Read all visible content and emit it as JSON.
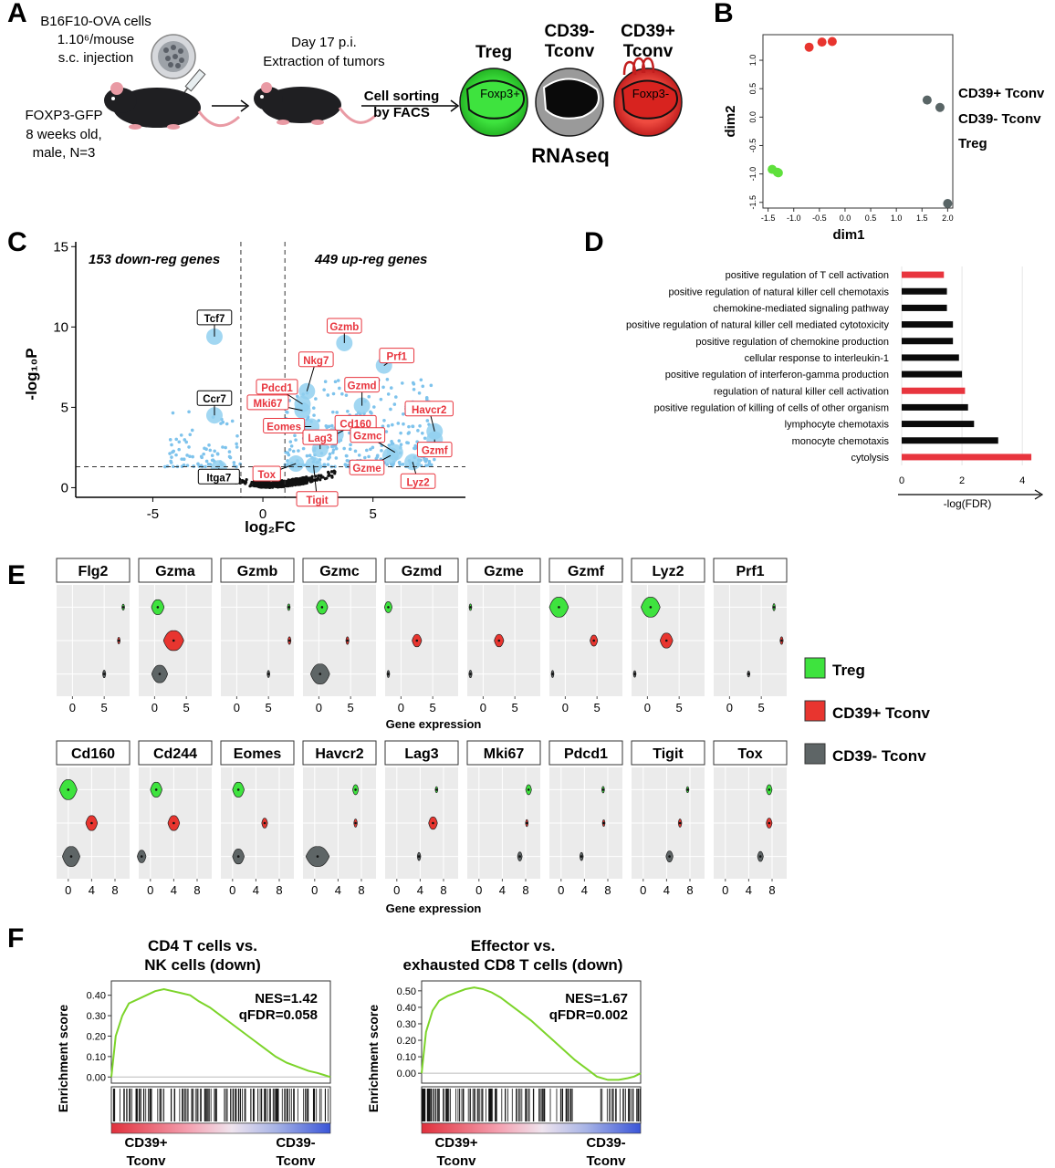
{
  "panel_letters": [
    "A",
    "B",
    "C",
    "D",
    "E",
    "F"
  ],
  "panel_a": {
    "cells_line1": "B16F10-OVA cells",
    "cells_line2": "1.10⁶/mouse",
    "cells_line3": "s.c. injection",
    "mouse_line1": "FOXP3-GFP",
    "mouse_line2": "8 weeks old,",
    "mouse_line3": "male, N=3",
    "day_line1": "Day 17 p.i.",
    "day_line2": "Extraction of tumors",
    "sort_line1": "Cell sorting",
    "sort_line2": "by FACS",
    "cell_treg_title": "Treg",
    "cell_treg_inner": "Foxp3+",
    "cell_cd39n_title1": "CD39-",
    "cell_cd39n_title2": "Tconv",
    "cell_cd39p_title1": "CD39+",
    "cell_cd39p_title2": "Tconv",
    "cell_cd39p_inner": "Foxp3-",
    "rnaseq": "RNAseq",
    "colors": {
      "treg": "#3ee33e",
      "cd39n": "#9a9a9a",
      "cd39p": "#e8352f",
      "mouse": "#1f1f22"
    }
  },
  "chart_data": [
    {
      "panel": "B",
      "type": "scatter",
      "xlabel": "dim1",
      "ylabel": "dim2",
      "xlim": [
        -1.6,
        2.1
      ],
      "ylim": [
        -1.6,
        1.45
      ],
      "xticks": [
        "-1.5",
        "-1.0",
        "-0.5",
        "0.0",
        "0.5",
        "1.0",
        "1.5",
        "2.0"
      ],
      "yticks": [
        "1.0",
        "0.5",
        "0.0",
        "-0.5",
        "-1.0",
        "-1.5"
      ],
      "series": [
        {
          "name": "CD39+ Tconv",
          "color": "#e8352f",
          "points": [
            [
              -0.7,
              1.23
            ],
            [
              -0.45,
              1.32
            ],
            [
              -0.25,
              1.33
            ]
          ]
        },
        {
          "name": "CD39- Tconv",
          "color": "#596566",
          "points": [
            [
              1.6,
              0.3
            ],
            [
              1.85,
              0.17
            ],
            [
              2.0,
              -1.52
            ]
          ]
        },
        {
          "name": "Treg",
          "color": "#5fe03c",
          "points": [
            [
              -1.42,
              -0.92
            ],
            [
              -1.32,
              -0.97
            ],
            [
              -1.3,
              -0.98
            ]
          ]
        }
      ]
    },
    {
      "panel": "C",
      "type": "scatter",
      "xlabel": "log₂FC",
      "ylabel": "-log₁₀P",
      "xlim": [
        -8.5,
        9.2
      ],
      "ylim": [
        -0.6,
        15.3
      ],
      "xticks": [
        -5,
        0,
        5
      ],
      "yticks": [
        0,
        5,
        10,
        15
      ],
      "fc_threshold": [
        -1,
        1
      ],
      "p_threshold": 1.3,
      "down_label": "153 down-reg genes",
      "up_label": "449 up-reg genes",
      "highlighted": [
        {
          "gene": "Tcf7",
          "x": -2.2,
          "y": 9.4,
          "dir": "down"
        },
        {
          "gene": "Ccr7",
          "x": -2.2,
          "y": 4.5,
          "dir": "down"
        },
        {
          "gene": "Itga7",
          "x": -2.0,
          "y": 1.2,
          "dir": "down"
        },
        {
          "gene": "Gzmb",
          "x": 3.7,
          "y": 9.0,
          "dir": "up"
        },
        {
          "gene": "Prf1",
          "x": 5.5,
          "y": 7.6,
          "dir": "up"
        },
        {
          "gene": "Nkg7",
          "x": 2.0,
          "y": 6.0,
          "dir": "up"
        },
        {
          "gene": "Pdcd1",
          "x": 1.8,
          "y": 5.2,
          "dir": "up"
        },
        {
          "gene": "Mki67",
          "x": 1.8,
          "y": 4.8,
          "dir": "up"
        },
        {
          "gene": "Gzmd",
          "x": 4.5,
          "y": 5.1,
          "dir": "up"
        },
        {
          "gene": "Havcr2",
          "x": 7.8,
          "y": 3.5,
          "dir": "up"
        },
        {
          "gene": "Eomes",
          "x": 2.2,
          "y": 3.8,
          "dir": "up"
        },
        {
          "gene": "Cd160",
          "x": 3.3,
          "y": 3.3,
          "dir": "up"
        },
        {
          "gene": "Gzmc",
          "x": 6.0,
          "y": 2.2,
          "dir": "up"
        },
        {
          "gene": "Lag3",
          "x": 2.6,
          "y": 2.4,
          "dir": "up"
        },
        {
          "gene": "Gzmf",
          "x": 7.8,
          "y": 3.0,
          "dir": "up"
        },
        {
          "gene": "Tox",
          "x": 1.5,
          "y": 1.5,
          "dir": "up"
        },
        {
          "gene": "Gzme",
          "x": 5.8,
          "y": 2.0,
          "dir": "up"
        },
        {
          "gene": "Lyz2",
          "x": 6.8,
          "y": 1.6,
          "dir": "up"
        },
        {
          "gene": "Tigit",
          "x": 2.3,
          "y": 1.4,
          "dir": "up"
        }
      ]
    },
    {
      "panel": "D",
      "type": "bar",
      "xlabel": "-log(FDR)",
      "xlim": [
        0,
        4.6
      ],
      "xticks": [
        0,
        2,
        4
      ],
      "categories": [
        "positive regulation of T cell activation",
        "positive regulation of natural killer cell chemotaxis",
        "chemokine-mediated signaling pathway",
        "positive regulation of natural killer cell mediated cytotoxicity",
        "positive regulation of chemokine production",
        "cellular response to interleukin-1",
        "positive regulation of interferon-gamma production",
        "regulation of natural killer cell activation",
        "positive regulation of killing of cells of other organism",
        "lymphocyte chemotaxis",
        "monocyte chemotaxis",
        "cytolysis"
      ],
      "values": [
        1.4,
        1.5,
        1.5,
        1.7,
        1.7,
        1.9,
        2.0,
        2.1,
        2.2,
        2.4,
        3.2,
        4.3
      ],
      "highlight": [
        true,
        false,
        false,
        false,
        false,
        false,
        false,
        true,
        false,
        false,
        false,
        true
      ],
      "colors": {
        "highlight": "#e8353e",
        "normal": "#0a0a0a"
      }
    },
    {
      "panel": "E",
      "type": "violin",
      "xlabel": "Gene expression",
      "groups": [
        "Treg",
        "CD39+ Tconv",
        "CD39- Tconv"
      ],
      "colors": [
        "#3ee33e",
        "#e8352f",
        "#5e6566"
      ],
      "rows": [
        {
          "xlim": [
            -2.5,
            9
          ],
          "xticks": [
            0,
            5
          ],
          "genes": [
            {
              "name": "Flg2",
              "medians": [
                8.0,
                7.3,
                5.0
              ],
              "widths": [
                0.2,
                0.3,
                0.5
              ]
            },
            {
              "name": "Gzma",
              "medians": [
                0.5,
                3.0,
                0.8
              ],
              "widths": [
                2.0,
                3.2,
                2.5
              ]
            },
            {
              "name": "Gzmb",
              "medians": [
                8.2,
                8.3,
                5.0
              ],
              "widths": [
                0.3,
                0.5,
                0.4
              ]
            },
            {
              "name": "Gzmc",
              "medians": [
                0.5,
                4.5,
                0.2
              ],
              "widths": [
                1.8,
                0.5,
                3.0
              ]
            },
            {
              "name": "Gzmd",
              "medians": [
                -2.0,
                2.5,
                -2.0
              ],
              "widths": [
                1.2,
                1.5,
                0.4
              ]
            },
            {
              "name": "Gzme",
              "medians": [
                -2.0,
                2.5,
                -2.0
              ],
              "widths": [
                0.3,
                1.5,
                0.5
              ]
            },
            {
              "name": "Gzmf",
              "medians": [
                -1.0,
                4.5,
                -2.0
              ],
              "widths": [
                3.0,
                1.2,
                0.4
              ]
            },
            {
              "name": "Lyz2",
              "medians": [
                0.5,
                3.0,
                -2.0
              ],
              "widths": [
                3.0,
                2.0,
                0.3
              ]
            },
            {
              "name": "Prf1",
              "medians": [
                7.0,
                8.2,
                3.0
              ],
              "widths": [
                0.4,
                0.5,
                0.2
              ]
            }
          ]
        },
        {
          "xlim": [
            -2.0,
            10.5
          ],
          "xticks": [
            0,
            4,
            8
          ],
          "genes": [
            {
              "name": "Cd160",
              "medians": [
                0.0,
                4.0,
                0.5
              ],
              "widths": [
                3.0,
                2.0,
                3.0
              ]
            },
            {
              "name": "Cd244",
              "medians": [
                1.0,
                4.0,
                -1.5
              ],
              "widths": [
                2.0,
                2.0,
                1.5
              ]
            },
            {
              "name": "Eomes",
              "medians": [
                1.0,
                5.5,
                1.0
              ],
              "widths": [
                2.0,
                1.0,
                2.0
              ]
            },
            {
              "name": "Havcr2",
              "medians": [
                7.0,
                7.0,
                0.5
              ],
              "widths": [
                1.0,
                0.6,
                4.0
              ]
            },
            {
              "name": "Lag3",
              "medians": [
                6.8,
                6.2,
                3.8
              ],
              "widths": [
                0.2,
                1.5,
                0.6
              ]
            },
            {
              "name": "Mki67",
              "medians": [
                8.5,
                8.2,
                7.0
              ],
              "widths": [
                1.0,
                0.4,
                0.8
              ]
            },
            {
              "name": "Pdcd1",
              "medians": [
                7.2,
                7.3,
                3.5
              ],
              "widths": [
                0.3,
                0.3,
                0.6
              ]
            },
            {
              "name": "Tigit",
              "medians": [
                7.6,
                6.3,
                4.5
              ],
              "widths": [
                0.2,
                0.6,
                1.2
              ]
            },
            {
              "name": "Tox",
              "medians": [
                7.5,
                7.5,
                6.0
              ],
              "widths": [
                1.0,
                1.0,
                1.0
              ]
            }
          ]
        }
      ]
    },
    {
      "panel": "F",
      "type": "line",
      "plots": [
        {
          "title1": "CD4 T cells vs.",
          "title2": "NK cells (down)",
          "ylabel": "Enrichment score",
          "yticks": [
            0.0,
            0.1,
            0.2,
            0.3,
            0.4
          ],
          "ylim": [
            -0.03,
            0.47
          ],
          "nes": "NES=1.42",
          "qfdr": "qFDR=0.058",
          "xlabel_left1": "CD39+",
          "xlabel_left2": "Tconv",
          "xlabel_right1": "CD39-",
          "xlabel_right2": "Tconv",
          "x": [
            0,
            0.02,
            0.05,
            0.08,
            0.12,
            0.16,
            0.2,
            0.24,
            0.28,
            0.32,
            0.36,
            0.4,
            0.45,
            0.5,
            0.55,
            0.6,
            0.65,
            0.7,
            0.75,
            0.8,
            0.85,
            0.9,
            0.94,
            0.97,
            1.0
          ],
          "y": [
            0.0,
            0.2,
            0.3,
            0.36,
            0.38,
            0.4,
            0.42,
            0.43,
            0.42,
            0.41,
            0.4,
            0.37,
            0.34,
            0.3,
            0.26,
            0.22,
            0.18,
            0.14,
            0.1,
            0.07,
            0.05,
            0.03,
            0.02,
            0.01,
            0.0
          ]
        },
        {
          "title1": "Effector vs.",
          "title2": "exhausted CD8 T cells (down)",
          "ylabel": "Enrichment score",
          "yticks": [
            0.0,
            0.1,
            0.2,
            0.3,
            0.4,
            0.5
          ],
          "ylim": [
            -0.06,
            0.56
          ],
          "nes": "NES=1.67",
          "qfdr": "qFDR=0.002",
          "xlabel_left1": "CD39+",
          "xlabel_left2": "Tconv",
          "xlabel_right1": "CD39-",
          "xlabel_right2": "Tconv",
          "x": [
            0,
            0.02,
            0.05,
            0.08,
            0.12,
            0.16,
            0.2,
            0.24,
            0.28,
            0.32,
            0.36,
            0.4,
            0.45,
            0.5,
            0.55,
            0.6,
            0.65,
            0.7,
            0.75,
            0.8,
            0.85,
            0.9,
            0.94,
            0.97,
            1.0
          ],
          "y": [
            0.0,
            0.25,
            0.38,
            0.44,
            0.47,
            0.49,
            0.51,
            0.52,
            0.51,
            0.49,
            0.46,
            0.42,
            0.37,
            0.32,
            0.26,
            0.2,
            0.14,
            0.08,
            0.03,
            -0.02,
            -0.04,
            -0.04,
            -0.03,
            -0.02,
            0.0
          ]
        }
      ]
    }
  ]
}
